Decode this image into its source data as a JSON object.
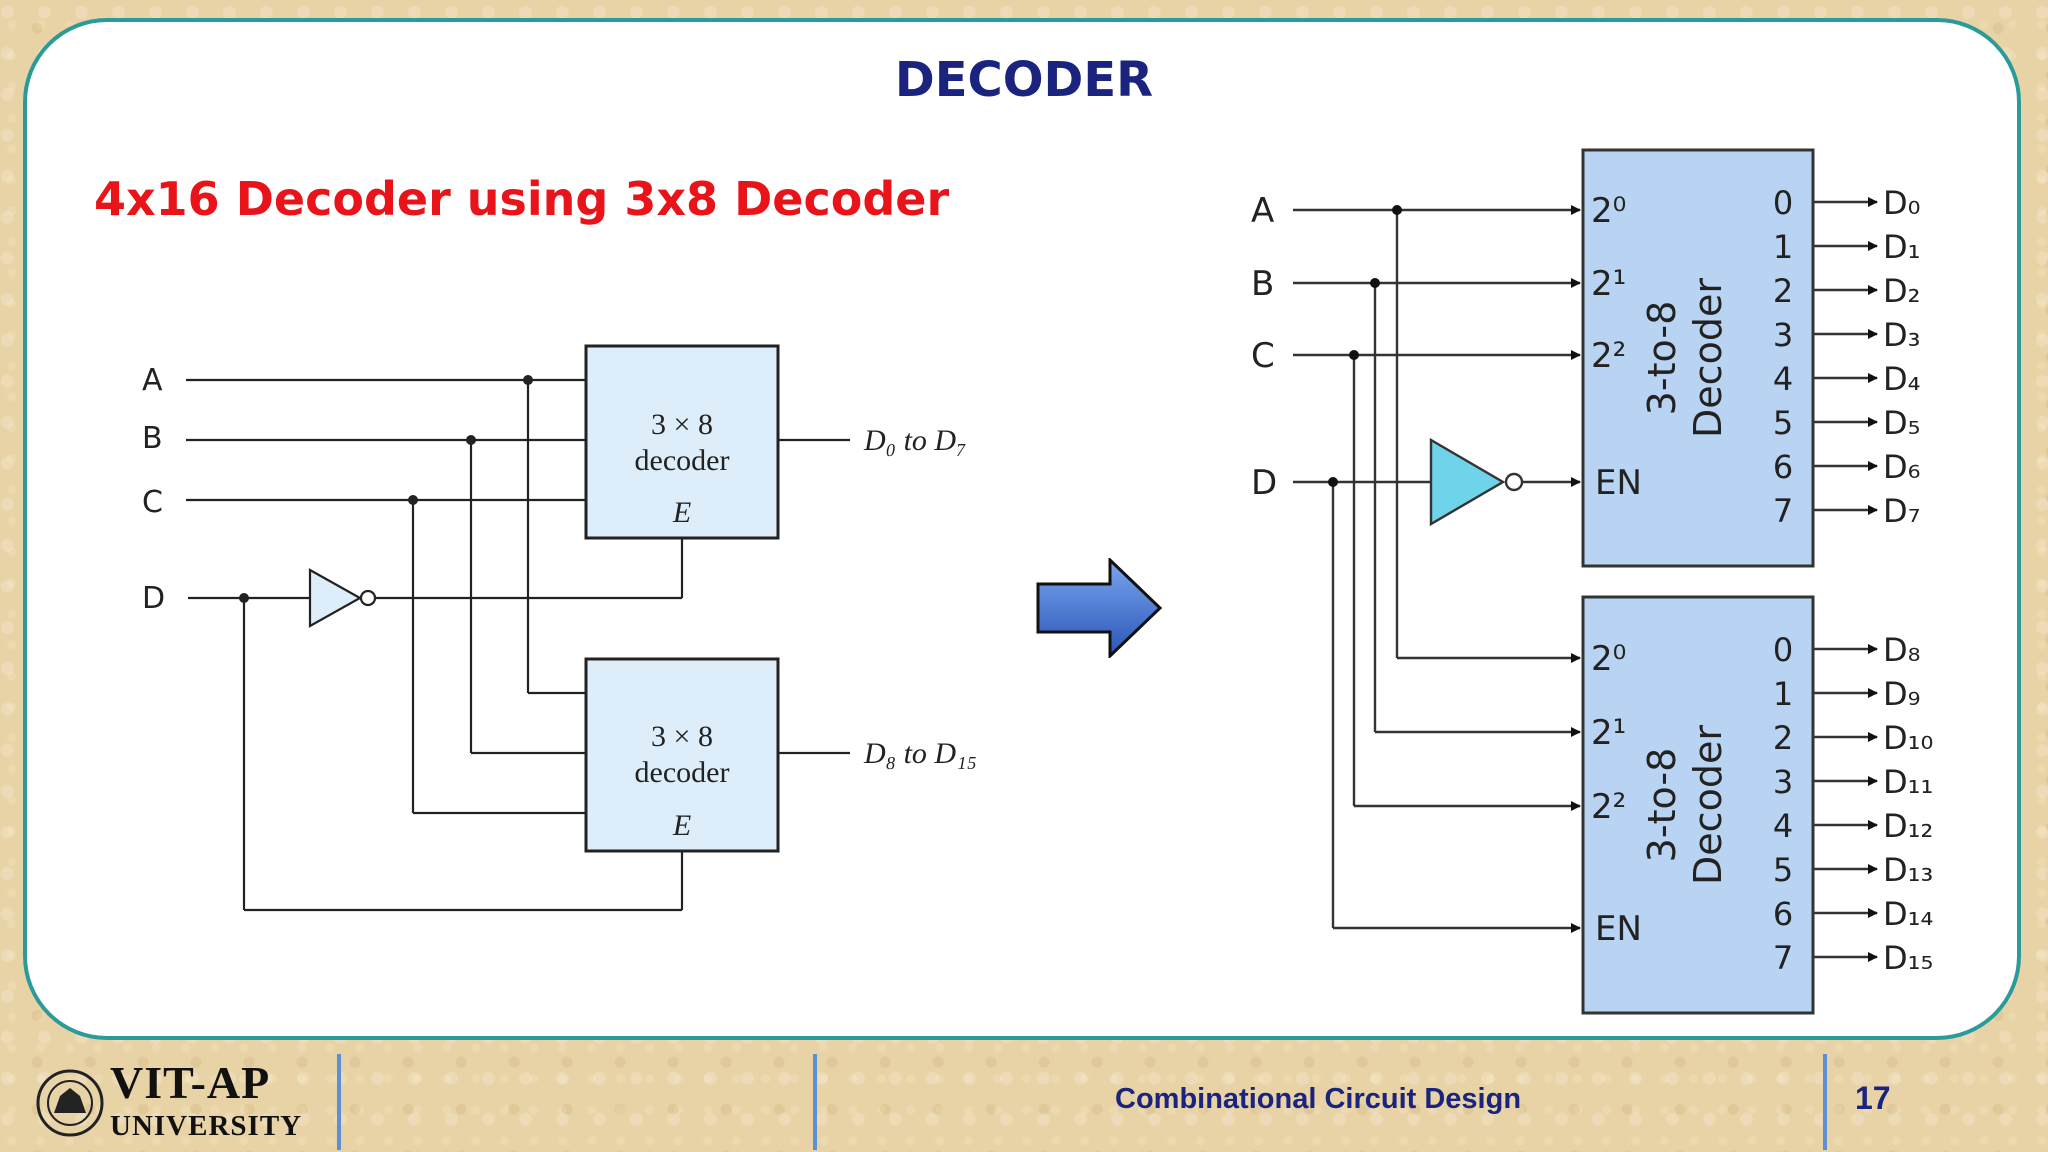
{
  "slide": {
    "title": "DECODER",
    "subtitle": "4x16 Decoder using 3x8 Decoder"
  },
  "left_diagram": {
    "inputs": [
      "A",
      "B",
      "C",
      "D"
    ],
    "decoder_top": {
      "line1": "3 × 8",
      "line2": "decoder",
      "enable": "E",
      "output": "D₀ to D₇"
    },
    "decoder_bottom": {
      "line1": "3 × 8",
      "line2": "decoder",
      "enable": "E",
      "output": "D₈ to D₁₅"
    }
  },
  "right_diagram": {
    "inputs": [
      "A",
      "B",
      "C",
      "D"
    ],
    "decoder_label_line1": "3-to-8",
    "decoder_label_line2": "Decoder",
    "select_labels": [
      "2⁰",
      "2¹",
      "2²"
    ],
    "enable_label": "EN",
    "output_indices": [
      "0",
      "1",
      "2",
      "3",
      "4",
      "5",
      "6",
      "7"
    ],
    "outputs_top": [
      "D₀",
      "D₁",
      "D₂",
      "D₃",
      "D₄",
      "D₅",
      "D₆",
      "D₇"
    ],
    "outputs_bottom": [
      "D₈",
      "D₉",
      "D₁₀",
      "D₁₁",
      "D₁₂",
      "D₁₃",
      "D₁₄",
      "D₁₅"
    ]
  },
  "footer": {
    "logo_line1": "VIT-AP",
    "logo_line2": "UNIVERSITY",
    "course": "Combinational Circuit Design",
    "page": "17"
  },
  "colors": {
    "border": "#2a9a9a",
    "title": "#1a237e",
    "subtitle": "#e8141a",
    "decoder_fill_left": "#ddeefa",
    "decoder_fill_right": "#b9d4f2",
    "inverter_fill": "#6fd3ea",
    "arrow_fill": "#3264c8"
  },
  "icons": {
    "arrow": "right-arrow-icon",
    "logo": "university-seal-icon"
  }
}
